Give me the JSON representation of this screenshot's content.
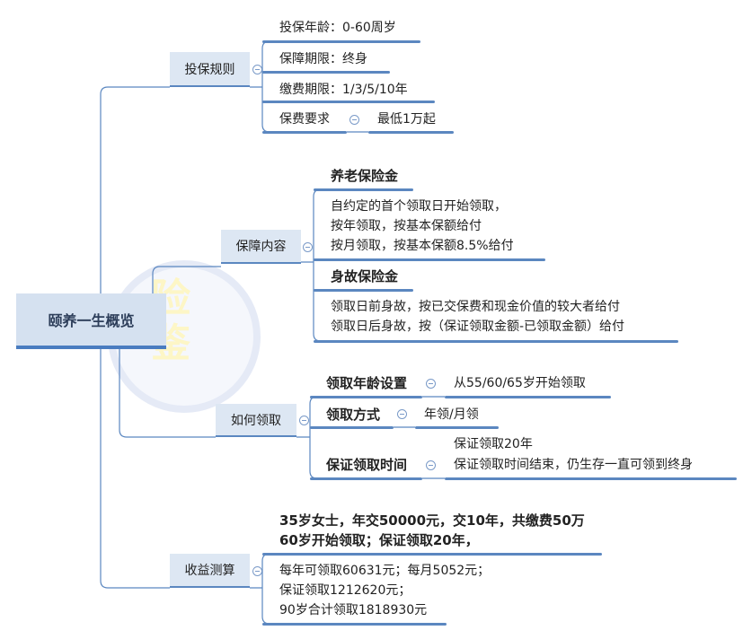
{
  "root": {
    "title": "颐养一生概览",
    "watermark": "蜂险推鉴"
  },
  "branches": [
    {
      "label": "投保规则",
      "items": [
        "投保年龄：0-60周岁",
        "保障期限：终身",
        "缴费期限：1/3/5/10年"
      ],
      "sub": {
        "label": "保费要求",
        "value": "最低1万起"
      }
    },
    {
      "label": "保障内容",
      "sections": [
        {
          "title": "养老保险金",
          "lines": [
            "自约定的首个领取日开始领取，",
            "按年领取，按基本保额给付",
            "按月领取，按基本保额8.5%给付"
          ]
        },
        {
          "title": "身故保险金",
          "lines": [
            "领取日前身故，按已交保费和现金价值的较大者给付",
            "领取日后身故，按（保证领取金额-已领取金额）给付"
          ]
        }
      ]
    },
    {
      "label": "如何领取",
      "items": [
        {
          "label": "领取年龄设置",
          "values": [
            "从55/60/65岁开始领取"
          ]
        },
        {
          "label": "领取方式",
          "values": [
            "年领/月领"
          ]
        },
        {
          "label": "保证领取时间",
          "values": [
            "保证领取20年",
            "保证领取时间结束，仍生存一直可领到终身"
          ]
        }
      ]
    },
    {
      "label": "收益测算",
      "headline": [
        "35岁女士，年交50000元，交10年，共缴费50万",
        "60岁开始领取；保证领取20年，"
      ],
      "lines": [
        "每年可领取60631元；每月5052元；",
        "保证领取1212620元；",
        "90岁合计领取1818930元"
      ]
    }
  ],
  "colors": {
    "line": "#5b87c0",
    "node_bg": "#dde7f3",
    "root_bg": "#d5e1f0"
  }
}
